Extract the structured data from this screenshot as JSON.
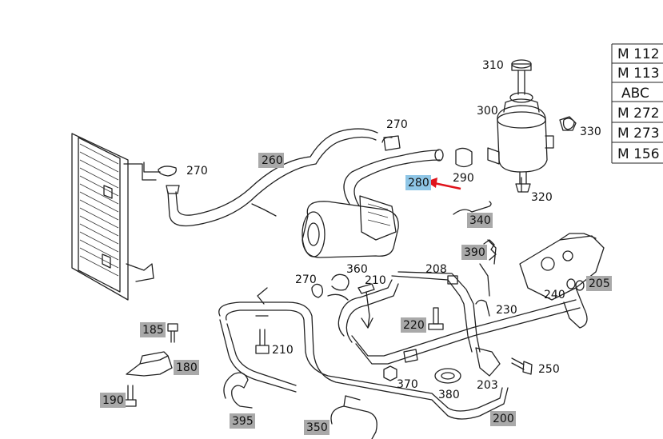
{
  "labels_plain": [
    {
      "id": "310",
      "text": "310"
    },
    {
      "id": "300",
      "text": "300"
    },
    {
      "id": "330",
      "text": "330"
    },
    {
      "id": "270a",
      "text": "270"
    },
    {
      "id": "270b",
      "text": "270"
    },
    {
      "id": "290",
      "text": "290"
    },
    {
      "id": "320",
      "text": "320"
    },
    {
      "id": "360",
      "text": "360"
    },
    {
      "id": "270c",
      "text": "270"
    },
    {
      "id": "210a",
      "text": "210"
    },
    {
      "id": "208",
      "text": "208"
    },
    {
      "id": "230",
      "text": "230"
    },
    {
      "id": "240",
      "text": "240"
    },
    {
      "id": "210b",
      "text": "210"
    },
    {
      "id": "250",
      "text": "250"
    },
    {
      "id": "370",
      "text": "370"
    },
    {
      "id": "380",
      "text": "380"
    },
    {
      "id": "203",
      "text": "203"
    }
  ],
  "labels_highlighted": [
    {
      "id": "260",
      "text": "260"
    },
    {
      "id": "280",
      "text": "280",
      "selected": true
    },
    {
      "id": "340",
      "text": "340"
    },
    {
      "id": "390",
      "text": "390"
    },
    {
      "id": "205",
      "text": "205"
    },
    {
      "id": "220",
      "text": "220"
    },
    {
      "id": "185",
      "text": "185"
    },
    {
      "id": "180",
      "text": "180"
    },
    {
      "id": "190",
      "text": "190"
    },
    {
      "id": "395",
      "text": "395"
    },
    {
      "id": "350",
      "text": "350"
    },
    {
      "id": "200",
      "text": "200"
    }
  ],
  "engine_table": [
    "M 112",
    "M 113",
    "ABC",
    "M 272",
    "M 273",
    "M 156"
  ],
  "colors": {
    "highlight": "#a9a9a9",
    "selected": "#8fc6e6",
    "arrow": "#e0141c"
  }
}
